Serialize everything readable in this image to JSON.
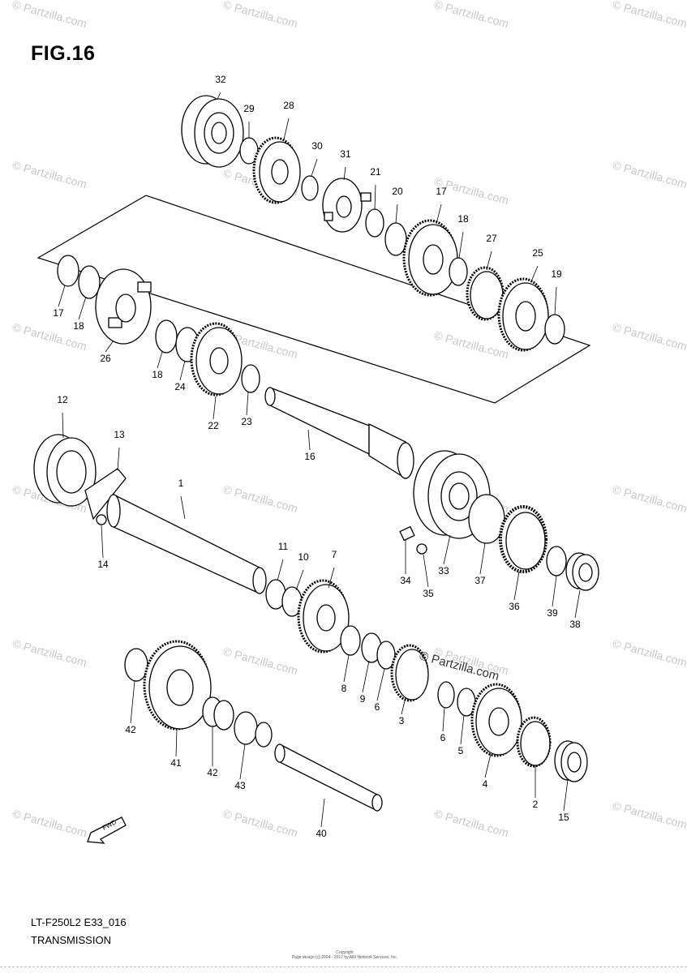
{
  "figure": {
    "title": "FIG.16",
    "model_code": "LT-F250L2 E33_016",
    "name": "TRANSMISSION"
  },
  "copyright": {
    "line1": "Copyright",
    "line2": "Page design (c) 2004 - 2017 by ARI Network Services, Inc."
  },
  "watermark": {
    "text": "© Partzilla.com",
    "color": "#c8c8c8"
  },
  "overlay_watermark": {
    "text": "© Partzilla.com"
  },
  "fwd_arrow": {
    "label": "FWD"
  },
  "callouts": [
    "1",
    "2",
    "3",
    "4",
    "5",
    "6",
    "6",
    "7",
    "8",
    "9",
    "10",
    "11",
    "12",
    "13",
    "14",
    "15",
    "16",
    "17",
    "17",
    "18",
    "18",
    "18",
    "19",
    "20",
    "21",
    "22",
    "23",
    "24",
    "25",
    "26",
    "27",
    "28",
    "29",
    "30",
    "31",
    "32",
    "33",
    "34",
    "35",
    "36",
    "37",
    "38",
    "39",
    "40",
    "41",
    "42",
    "42",
    "43"
  ]
}
